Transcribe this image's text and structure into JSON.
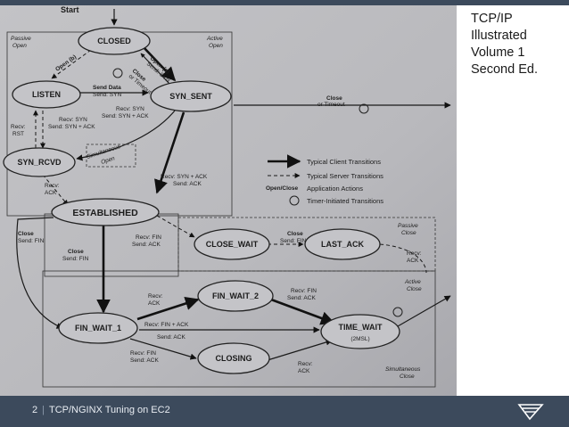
{
  "caption": {
    "line1": "TCP/IP",
    "line2": "Illustrated",
    "line3": "Volume 1",
    "line4": "Second Ed."
  },
  "footer": {
    "page_number": "2",
    "separator": "|",
    "title": "TCP/NGINX Tuning on EC2"
  },
  "diagram": {
    "start": "Start",
    "passive_open": [
      "Passive",
      "Open"
    ],
    "active_open": [
      "Active",
      "Open"
    ],
    "states": {
      "closed": "CLOSED",
      "listen": "LISTEN",
      "syn_sent": "SYN_SENT",
      "syn_rcvd": "SYN_RCVD",
      "established": "ESTABLISHED",
      "close_wait": "CLOSE_WAIT",
      "last_ack": "LAST_ACK",
      "fin_wait_1": "FIN_WAIT_1",
      "fin_wait_2": "FIN_WAIT_2",
      "closing": "CLOSING",
      "time_wait": "TIME_WAIT",
      "time_wait_sub": "(2MSL)"
    },
    "labels": {
      "open_b": "Open (b)",
      "open_a": "Open (a)",
      "send_syn": "Send: SYN",
      "close_or_timeout_1": "Close",
      "close_or_timeout_2": "or Timeout",
      "send_data": "Send Data",
      "send_data_syn": "Send: SYN",
      "recv_syn": "Recv: SYN",
      "send_syn_ack": "Send: SYN + ACK",
      "recv_syn_2": "Recv: SYN",
      "send_syn_ack_2": "Send: SYN + ACK",
      "recv_rst_1": "Recv:",
      "recv_rst_2": "RST",
      "simultaneous_open_1": "Simultaneous",
      "simultaneous_open_2": "Open",
      "close_timeout_r1": "Close",
      "close_timeout_r2": "or Timeout",
      "recv_syn_ack": "Recv: SYN + ACK",
      "send_ack": "Send: ACK",
      "recv_ack_1": "Recv:",
      "recv_ack_2": "ACK",
      "close_send_fin_1": "Close",
      "close_send_fin_2": "Send: FIN",
      "close_send_fin_3": "Close",
      "close_send_fin_4": "Send: FIN",
      "recv_fin": "Recv: FIN",
      "recv_fin_send_ack": "Send: ACK",
      "close_2": "Close",
      "send_fin_2": "Send: FIN",
      "passive_close_1": "Passive",
      "passive_close_2": "Close",
      "recv_ack_3": "Recv:",
      "recv_ack_4": "ACK",
      "active_close_1": "Active",
      "active_close_2": "Close",
      "fw1_recv_ack_1": "Recv:",
      "fw1_recv_ack_2": "ACK",
      "fw2_recv_fin": "Recv: FIN",
      "fw2_send_ack": "Send: ACK",
      "fin_ack_recv": "Recv: FIN + ACK",
      "fin_ack_send": "Send: ACK",
      "closing_recv_fin": "Recv: FIN",
      "closing_send_ack": "Send: ACK",
      "closing_recv_ack_1": "Recv:",
      "closing_recv_ack_2": "ACK",
      "simultaneous_close_1": "Simultaneous",
      "simultaneous_close_2": "Close",
      "close_1": "Close"
    },
    "legend": {
      "client": "Typical Client Transitions",
      "server": "Typical Server Transitions",
      "open_close": "Open/Close",
      "actions": "Application Actions",
      "timer": "Timer-Initiated Transitions"
    }
  },
  "colors": {
    "bar": "#3c4a5c",
    "photo_background": "#b8b8bc",
    "footer_text": "#e8ecf2"
  }
}
